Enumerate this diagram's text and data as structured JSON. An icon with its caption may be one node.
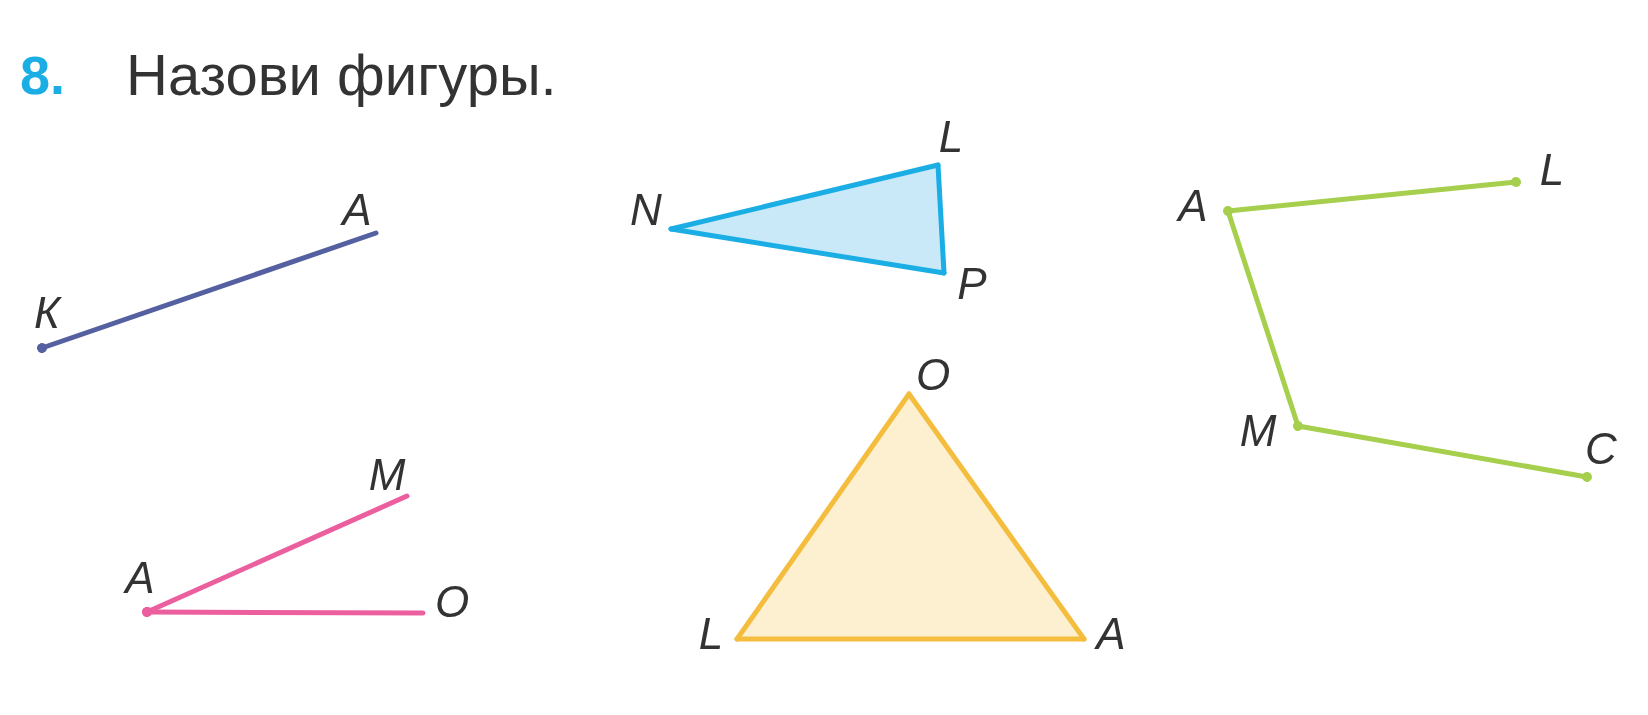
{
  "diagram": {
    "title": "Назови фигуры.",
    "nodes": [
      {
        "text": [
          "К"
        ]
      },
      {
        "text": [
          "A"
        ]
      },
      {
        "text": [
          "N"
        ]
      },
      {
        "text": [
          "L"
        ]
      },
      {
        "text": [
          "P"
        ]
      },
      {
        "text": [
          "A"
        ]
      },
      {
        "text": [
          "L"
        ]
      },
      {
        "text": [
          "M"
        ]
      },
      {
        "text": [
          "C"
        ]
      },
      {
        "text": [
          "M"
        ]
      },
      {
        "text": [
          "A"
        ]
      },
      {
        "text": [
          "O"
        ]
      },
      {
        "text": [
          "O"
        ]
      },
      {
        "text": [
          "L"
        ]
      },
      {
        "text": [
          "A"
        ]
      }
    ],
    "edges": [
      {
        "from": 0,
        "to": 1,
        "arrow": "other",
        "color": "#5560a0"
      },
      {
        "from": 2,
        "to": 3,
        "arrow": "none",
        "color": "#1aaee5"
      },
      {
        "from": 3,
        "to": 4,
        "arrow": "none",
        "color": "#1aaee5"
      },
      {
        "from": 4,
        "to": 2,
        "arrow": "none",
        "color": "#1aaee5"
      },
      {
        "from": 6,
        "to": 5,
        "arrow": "other",
        "color": "#a5cf4c"
      },
      {
        "from": 5,
        "to": 7,
        "arrow": "other",
        "color": "#a5cf4c"
      },
      {
        "from": 7,
        "to": 8,
        "arrow": "other",
        "color": "#a5cf4c"
      },
      {
        "from": 10,
        "to": 9,
        "arrow": "other",
        "color": "#ec5f9f"
      },
      {
        "from": 10,
        "to": 11,
        "arrow": "other",
        "color": "#ec5f9f"
      },
      {
        "from": 12,
        "to": 13,
        "arrow": "none",
        "color": "#f4bd3e"
      },
      {
        "from": 13,
        "to": 14,
        "arrow": "none",
        "color": "#f4bd3e"
      },
      {
        "from": 14,
        "to": 12,
        "arrow": "none",
        "color": "#f4bd3e"
      }
    ],
    "labels": [
      "8."
    ]
  }
}
